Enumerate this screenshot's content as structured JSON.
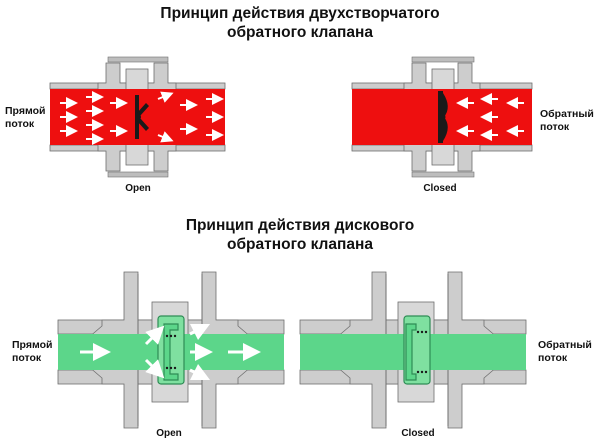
{
  "top": {
    "title_line1": "Принцип действия двухстворчатого",
    "title_line2": "обратного клапана",
    "left_label_line1": "Прямой",
    "left_label_line2": "поток",
    "right_label_line1": "Обратный",
    "right_label_line2": "поток",
    "open_label": "Open",
    "closed_label": "Closed",
    "flow_color": "#ee0f0f"
  },
  "bottom": {
    "title_line1": "Принцип действия дискового",
    "title_line2": "обратного клапана",
    "left_label_line1": "Прямой",
    "left_label_line2": "поток",
    "right_label_line1": "Обратный",
    "right_label_line2": "поток",
    "open_label": "Open",
    "closed_label": "Closed",
    "flow_color": "#5cd68a"
  },
  "colors": {
    "metal": "#cdcdcd",
    "metal_outline": "#6e6e6e",
    "seat": "#1a1a1a"
  }
}
